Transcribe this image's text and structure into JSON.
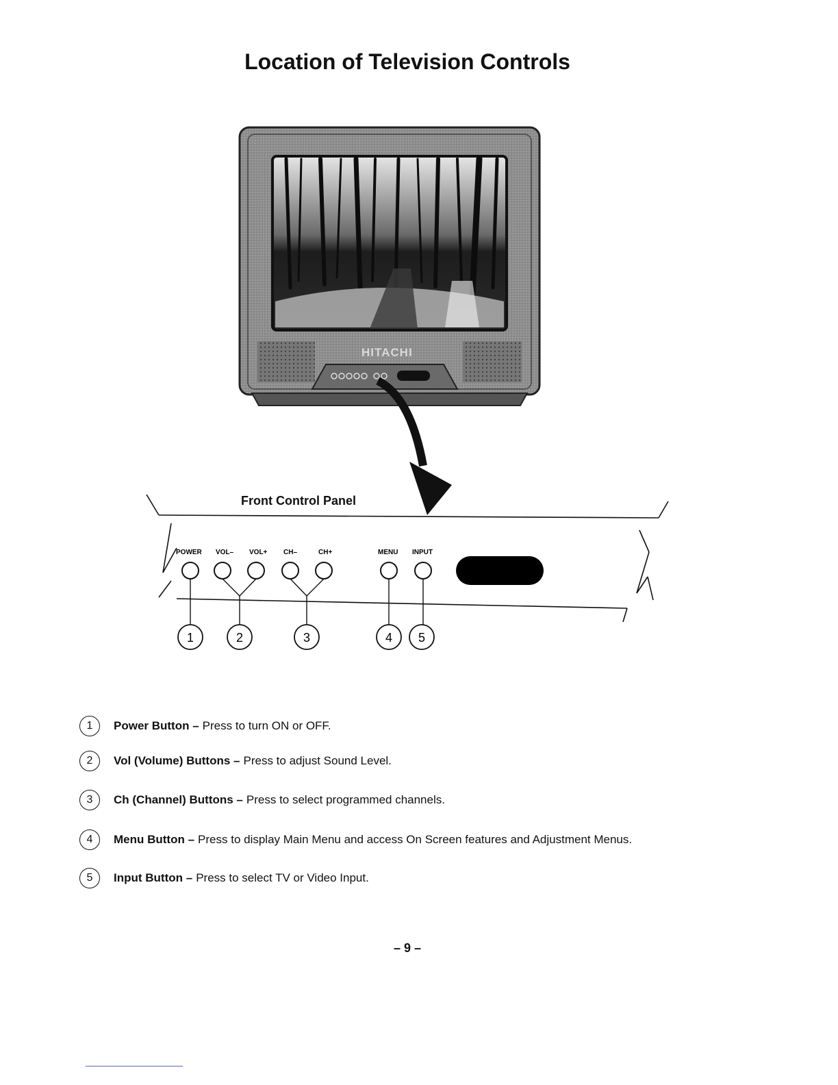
{
  "page": {
    "title": "Location of Television Controls",
    "page_number": "– 9 –"
  },
  "tv": {
    "brand": "HITACHI"
  },
  "panel": {
    "title": "Front Control Panel",
    "buttons": [
      "POWER",
      "VOL–",
      "VOL+",
      "CH–",
      "CH+",
      "MENU",
      "INPUT"
    ],
    "callouts": [
      "1",
      "2",
      "3",
      "4",
      "5"
    ]
  },
  "legend": [
    {
      "num": "1",
      "term": "Power Button –",
      "desc": "Press to turn ON or OFF."
    },
    {
      "num": "2",
      "term": "Vol (Volume) Buttons –",
      "desc": "Press to adjust Sound Level."
    },
    {
      "num": "3",
      "term": "Ch (Channel) Buttons –",
      "desc": "Press to select programmed channels."
    },
    {
      "num": "4",
      "term": "Menu Button –",
      "desc": "Press to display Main Menu and access On Screen features and Adjustment Menus."
    },
    {
      "num": "5",
      "term": "Input Button –",
      "desc": "Press to select TV or Video Input."
    }
  ]
}
